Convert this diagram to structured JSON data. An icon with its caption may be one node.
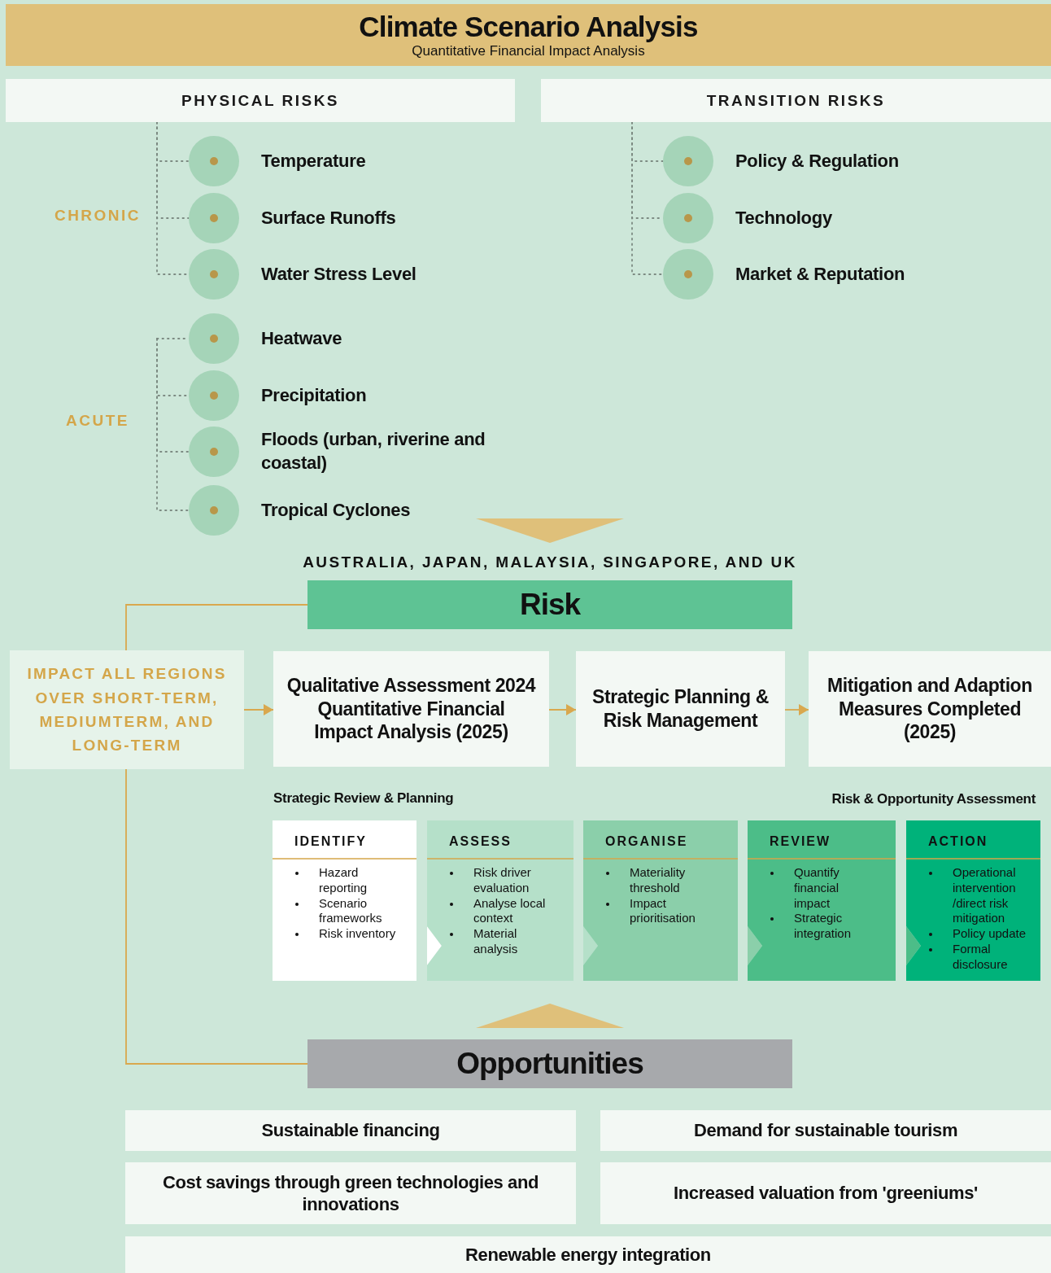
{
  "diagram": {
    "title": "Climate Scenario Analysis",
    "nodes": [
      {
        "text": [
          "PHYSICAL RISKS"
        ]
      },
      {
        "text": [
          "Temperature"
        ]
      },
      {
        "text": [
          "Surface Runoffs"
        ]
      },
      {
        "text": [
          "Water Stress Level"
        ]
      },
      {
        "text": [
          "Heatwave"
        ]
      },
      {
        "text": [
          "Precipitation"
        ]
      },
      {
        "text": [
          "Floods (urban, riverine and coastal)"
        ]
      },
      {
        "text": [
          "Tropical Cyclones"
        ]
      },
      {
        "text": [
          "TRANSITION RISKS"
        ]
      },
      {
        "text": [
          "Policy & Regulation"
        ]
      },
      {
        "text": [
          "Technology"
        ]
      },
      {
        "text": [
          "Market & Reputation"
        ]
      },
      {
        "text": [
          "AUSTRALIA, JAPAN, MALAYSIA, SINGAPORE, AND UK",
          "Risk"
        ]
      },
      {
        "text": [
          "IMPACT ALL REGIONS OVER SHORT-TERM, MEDIUMTERM, AND LONG-TERM"
        ]
      },
      {
        "text": [
          "Qualitative Assessment 2024 Quantitative Financial Impact Analysis (2025)"
        ]
      },
      {
        "text": [
          "Strategic Planning & Risk Management"
        ]
      },
      {
        "text": [
          "Mitigation and Adaption Measures Completed (2025)"
        ]
      },
      {
        "text": [
          "IDENTIFY",
          "Hazard reporting",
          "Scenario frameworks",
          "Risk inventory"
        ]
      },
      {
        "text": [
          "ASSESS",
          "Risk driver evaluation",
          "Analyse local context",
          "Material analysis"
        ]
      },
      {
        "text": [
          "ORGANISE",
          "Materiality threshold",
          "Impact prioritisation"
        ]
      },
      {
        "text": [
          "REVIEW",
          "Quantify financial impact",
          "Strategic integration"
        ]
      },
      {
        "text": [
          "ACTION",
          "Operational intervention /direct risk mitigation",
          "Policy update",
          "Formal disclosure"
        ]
      },
      {
        "text": [
          "Opportunities"
        ]
      },
      {
        "text": [
          "Sustainable financing"
        ]
      },
      {
        "text": [
          "Demand for sustainable tourism"
        ]
      },
      {
        "text": [
          "Cost savings through green technologies and innovations"
        ]
      },
      {
        "text": [
          "Increased valuation from 'greeniums'"
        ]
      },
      {
        "text": [
          "Renewable energy integration"
        ]
      }
    ],
    "edges": [
      {
        "from": 0,
        "to": 1,
        "arrow": "none",
        "style": "dashed"
      },
      {
        "from": 0,
        "to": 2,
        "arrow": "none",
        "style": "dashed"
      },
      {
        "from": 0,
        "to": 3,
        "arrow": "none",
        "style": "dashed"
      },
      {
        "from": null,
        "to": 4,
        "arrow": "none",
        "style": "dashed"
      },
      {
        "from": null,
        "to": 5,
        "arrow": "none",
        "style": "dashed"
      },
      {
        "from": null,
        "to": 6,
        "arrow": "none",
        "style": "dashed"
      },
      {
        "from": null,
        "to": 7,
        "arrow": "none",
        "style": "dashed"
      },
      {
        "from": 8,
        "to": 9,
        "arrow": "none",
        "style": "dashed"
      },
      {
        "from": 8,
        "to": 10,
        "arrow": "none",
        "style": "dashed"
      },
      {
        "from": 8,
        "to": 11,
        "arrow": "none",
        "style": "dashed"
      },
      {
        "from": null,
        "to": 12,
        "arrow": "to",
        "color": "#dfc07a"
      },
      {
        "from": 13,
        "to": 14,
        "arrow": "to",
        "color": "#d9a84e"
      },
      {
        "from": 14,
        "to": 15,
        "arrow": "to",
        "color": "#d9a84e"
      },
      {
        "from": 15,
        "to": 16,
        "arrow": "to",
        "color": "#d9a84e"
      },
      {
        "from": 13,
        "to": 12,
        "arrow": "none",
        "color": "#d9a84e"
      },
      {
        "from": 13,
        "to": 22,
        "arrow": "none",
        "color": "#d9a84e"
      },
      {
        "from": 22,
        "to": 18,
        "arrow": "to",
        "color": "#dfc07a"
      },
      {
        "from": 17,
        "to": 18,
        "arrow": "to",
        "color": "#ffffff"
      },
      {
        "from": 18,
        "to": 19,
        "arrow": "to",
        "color": "#b5e0c9"
      },
      {
        "from": 19,
        "to": 20,
        "arrow": "to",
        "color": "#8bcfaa"
      },
      {
        "from": 20,
        "to": 21,
        "arrow": "to",
        "color": "#4cbd88"
      }
    ],
    "labels": [
      "Quantitative Financial Impact Analysis",
      "CHRONIC",
      "ACUTE",
      "Strategic Review & Planning",
      "Risk & Opportunity Assessment"
    ]
  }
}
